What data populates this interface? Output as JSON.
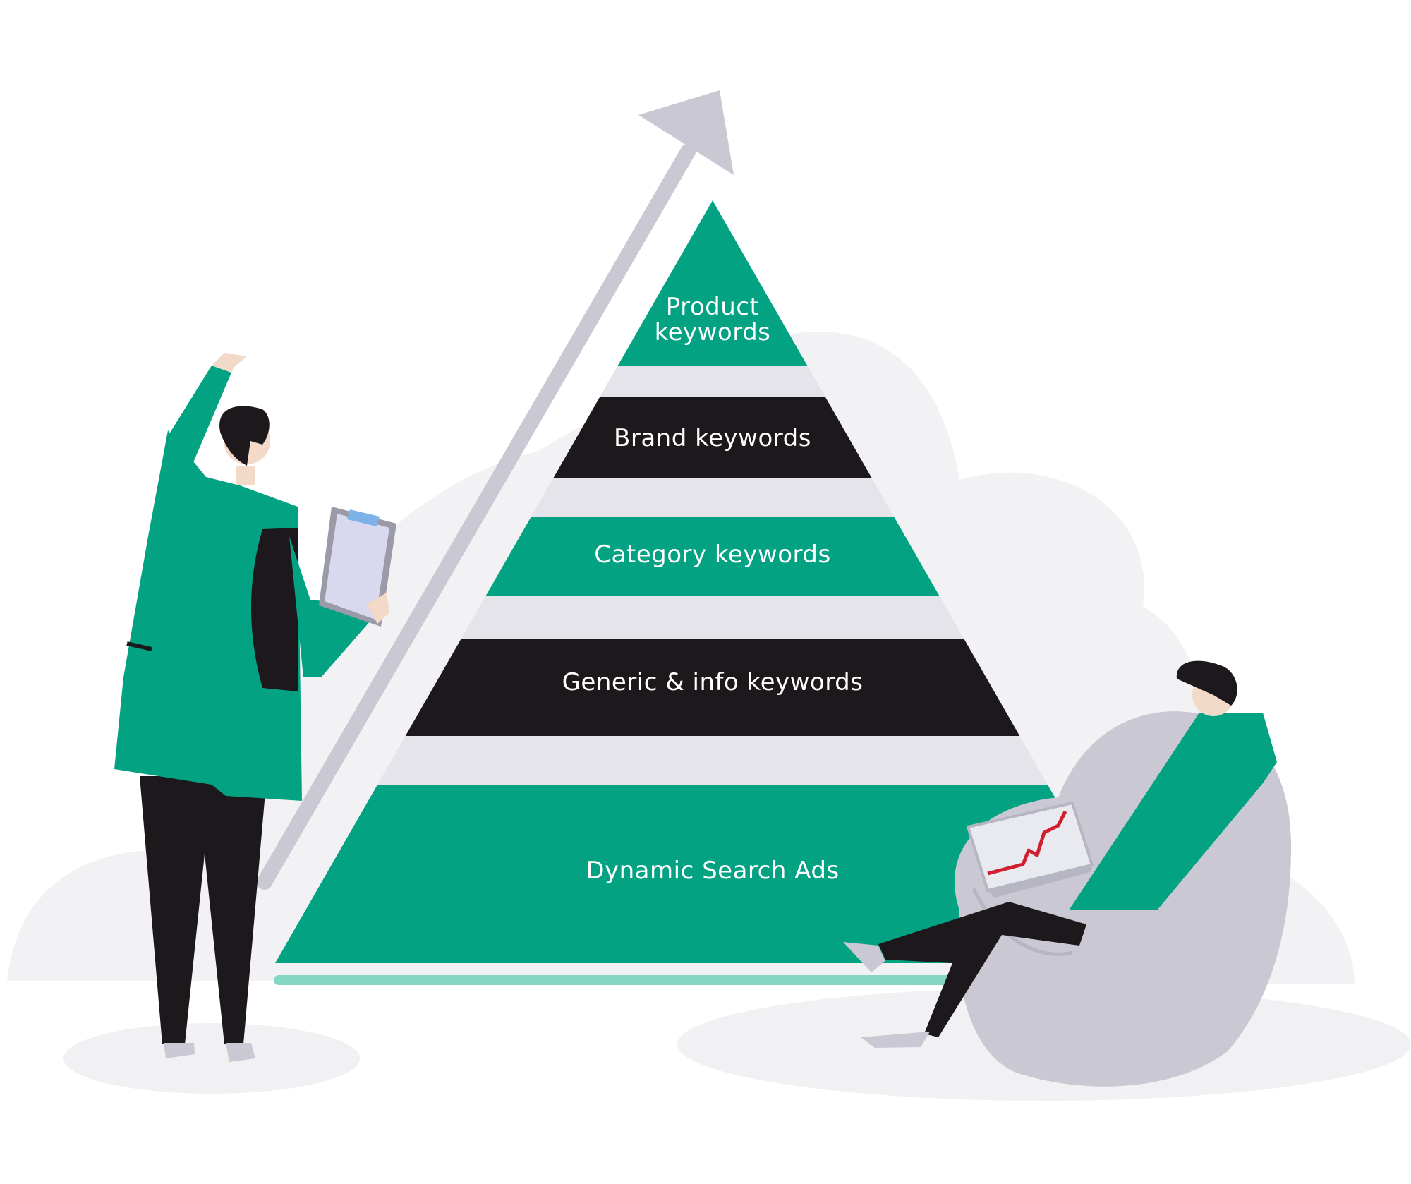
{
  "pyramid": {
    "tiers": [
      {
        "lines": [
          "Product",
          "keywords"
        ],
        "color": "#03a283"
      },
      {
        "lines": [
          "Brand keywords"
        ],
        "color": "#1c181c"
      },
      {
        "lines": [
          "Category keywords"
        ],
        "color": "#03a283"
      },
      {
        "lines": [
          "Generic & info keywords"
        ],
        "color": "#1c181c"
      },
      {
        "lines": [
          "Dynamic Search Ads"
        ],
        "color": "#03a283"
      }
    ],
    "gap_color": "#e4e4ea",
    "base_color": "#86d6c4",
    "arrow_color": "#c9c8d3"
  },
  "figures": {
    "standing_person": {
      "jacket_color": "#03a283",
      "pants_color": "#1c181c",
      "clipboard_color": "#d8d8ee"
    },
    "sitting_person": {
      "jacket_color": "#03a283",
      "pants_color": "#1c181c",
      "chair_color": "#c9c8d3",
      "trend_line_color": "#d11f2f"
    }
  }
}
